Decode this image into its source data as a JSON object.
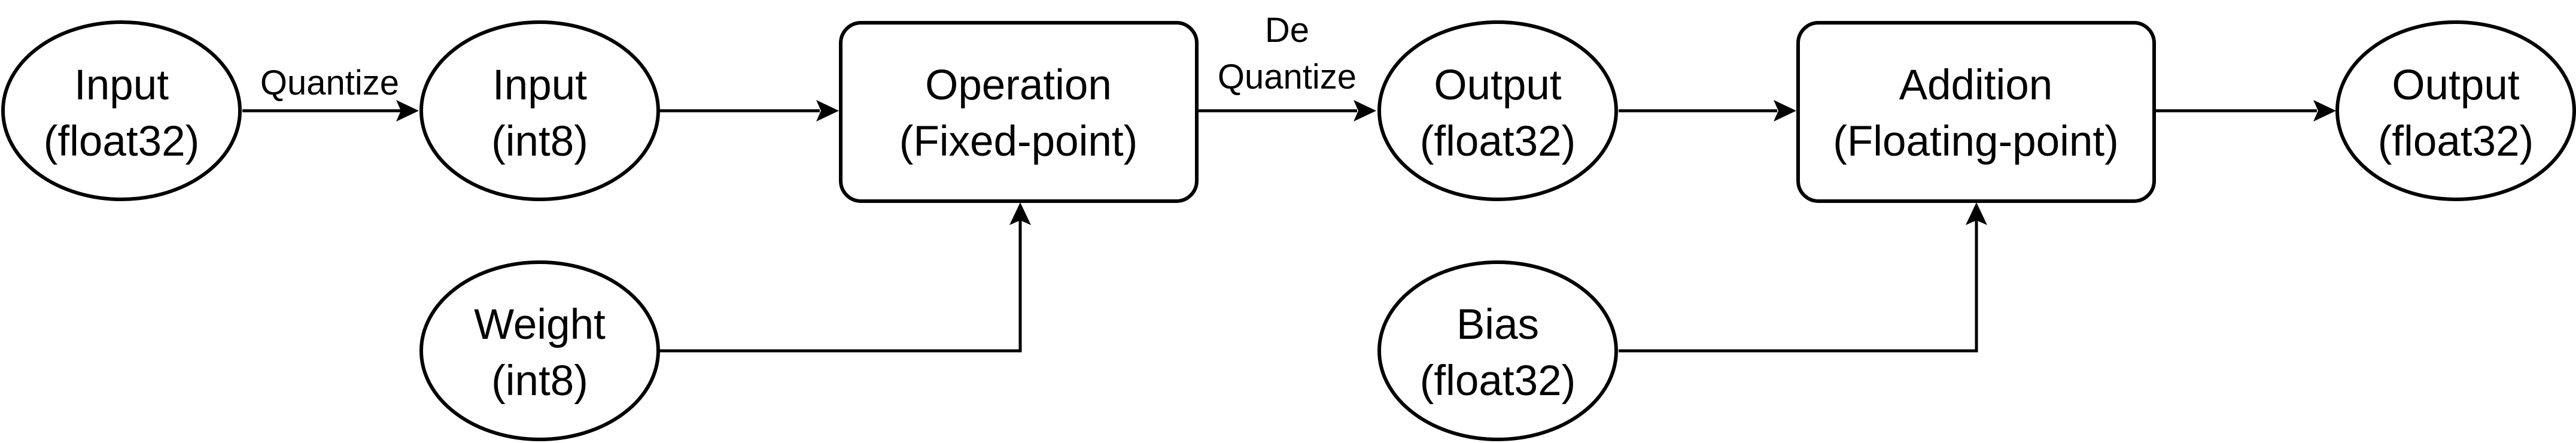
{
  "diagram": {
    "nodes": {
      "input_float": {
        "line1": "Input",
        "line2": "(float32)"
      },
      "input_int8": {
        "line1": "Input",
        "line2": "(int8)"
      },
      "operation": {
        "line1": "Operation",
        "line2": "(Fixed-point)"
      },
      "output_float_1": {
        "line1": "Output",
        "line2": "(float32)"
      },
      "addition": {
        "line1": "Addition",
        "line2": "(Floating-point)"
      },
      "output_float_2": {
        "line1": "Output",
        "line2": "(float32)"
      },
      "weight": {
        "line1": "Weight",
        "line2": "(int8)"
      },
      "bias": {
        "line1": "Bias",
        "line2": "(float32)"
      }
    },
    "edges": {
      "quantize": {
        "label": "Quantize"
      },
      "dequantize": {
        "line1": "De",
        "line2": "Quantize"
      }
    }
  }
}
